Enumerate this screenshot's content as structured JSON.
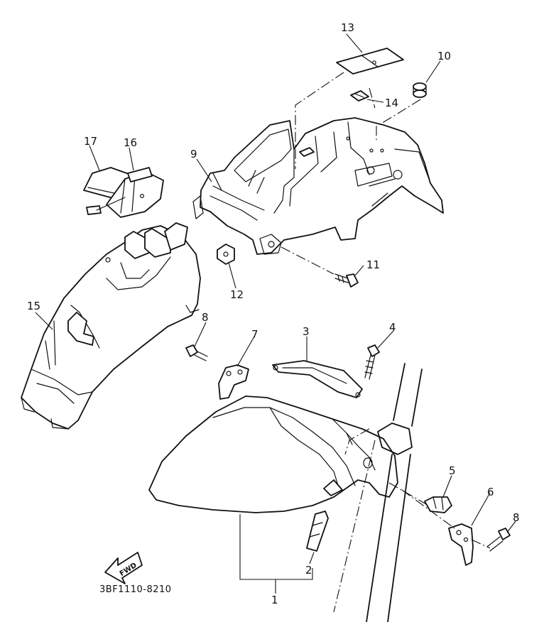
{
  "diagram": {
    "part_code": "3BF1110-8210",
    "direction_arrow": "FWD",
    "callouts": [
      {
        "id": "1",
        "label": "1"
      },
      {
        "id": "2",
        "label": "2"
      },
      {
        "id": "3",
        "label": "3"
      },
      {
        "id": "4",
        "label": "4"
      },
      {
        "id": "5",
        "label": "5"
      },
      {
        "id": "6",
        "label": "6"
      },
      {
        "id": "7",
        "label": "7"
      },
      {
        "id": "8a",
        "label": "8"
      },
      {
        "id": "8b",
        "label": "8"
      },
      {
        "id": "9",
        "label": "9"
      },
      {
        "id": "10",
        "label": "10"
      },
      {
        "id": "11",
        "label": "11"
      },
      {
        "id": "12",
        "label": "12"
      },
      {
        "id": "13",
        "label": "13"
      },
      {
        "id": "14",
        "label": "14"
      },
      {
        "id": "15",
        "label": "15"
      },
      {
        "id": "16",
        "label": "16"
      },
      {
        "id": "17",
        "label": "17"
      }
    ]
  }
}
